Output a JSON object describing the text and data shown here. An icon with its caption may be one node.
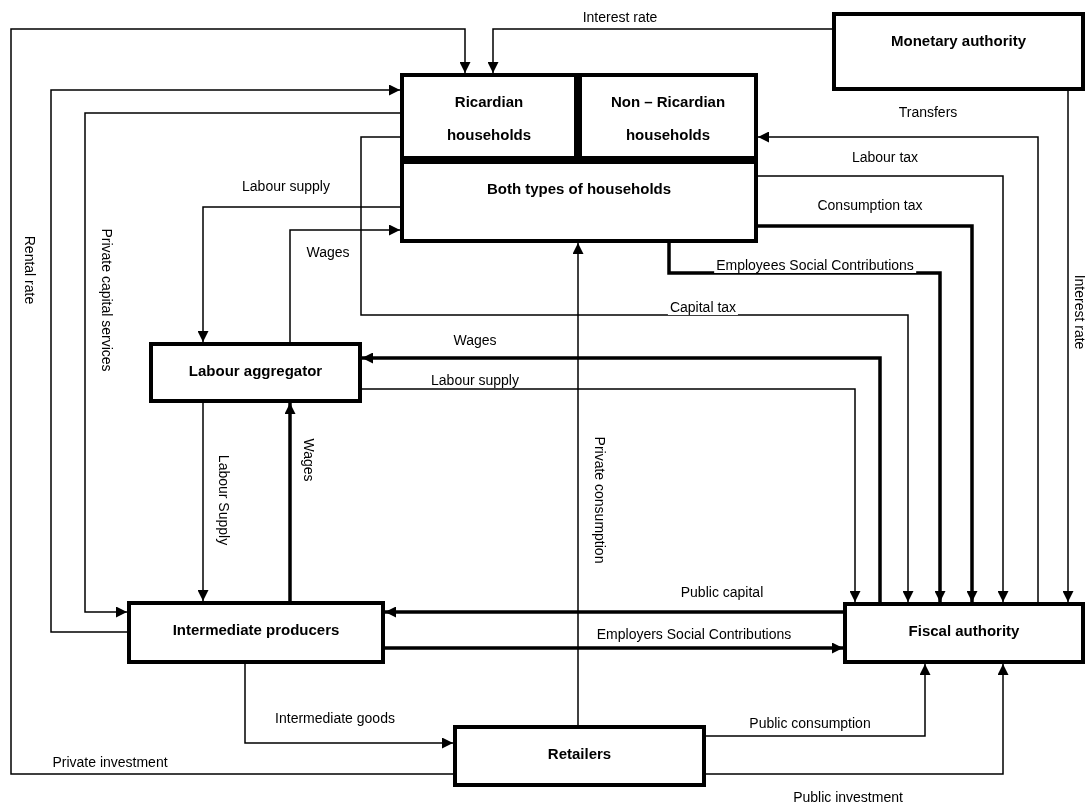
{
  "diagram": {
    "nodes": [
      {
        "text": [
          "Ricardian households"
        ]
      },
      {
        "text": [
          "Non – Ricardian households"
        ]
      },
      {
        "text": [
          "Both types of households"
        ]
      },
      {
        "text": [
          "Monetary authority"
        ]
      },
      {
        "text": [
          "Labour aggregator"
        ]
      },
      {
        "text": [
          "Intermediate producers"
        ]
      },
      {
        "text": [
          "Fiscal authority"
        ]
      },
      {
        "text": [
          "Retailers"
        ]
      }
    ],
    "edges": [
      {
        "from": 7,
        "to": 0,
        "arrow": "to",
        "label": "Private investment"
      },
      {
        "from": 5,
        "to": 0,
        "arrow": "to",
        "label": "Rental rate"
      },
      {
        "from": 0,
        "to": 5,
        "arrow": "to",
        "label": "Private capital services"
      },
      {
        "from": 3,
        "to": 0,
        "arrow": "to",
        "label": "Interest rate"
      },
      {
        "from": 0,
        "to": 6,
        "arrow": "to",
        "label": "Capital tax"
      },
      {
        "from": 2,
        "to": 4,
        "arrow": "to",
        "label": "Labour supply"
      },
      {
        "from": 4,
        "to": 2,
        "arrow": "to",
        "label": "Wages"
      },
      {
        "from": 6,
        "to": 4,
        "arrow": "to",
        "label": "Wages",
        "style": "thick"
      },
      {
        "from": 4,
        "to": 6,
        "arrow": "to",
        "label": "Labour supply"
      },
      {
        "from": 4,
        "to": 5,
        "arrow": "to",
        "label": "Labour Supply"
      },
      {
        "from": 5,
        "to": 4,
        "arrow": "to",
        "label": "Wages",
        "style": "thick"
      },
      {
        "from": 7,
        "to": 2,
        "arrow": "to",
        "label": "Private consumption"
      },
      {
        "from": 6,
        "to": 5,
        "arrow": "to",
        "label": "Public capital",
        "style": "thick"
      },
      {
        "from": 5,
        "to": 6,
        "arrow": "to",
        "label": "Employers Social Contributions",
        "style": "thick"
      },
      {
        "from": 5,
        "to": 7,
        "arrow": "to",
        "label": "Intermediate goods"
      },
      {
        "from": 7,
        "to": 6,
        "arrow": "to",
        "label": "Public consumption"
      },
      {
        "from": 7,
        "to": 6,
        "arrow": "to",
        "label": "Public investment"
      },
      {
        "from": 6,
        "to": 1,
        "arrow": "to",
        "label": "Transfers"
      },
      {
        "from": 2,
        "to": 6,
        "arrow": "to",
        "label": "Labour tax"
      },
      {
        "from": 2,
        "to": 6,
        "arrow": "to",
        "label": "Consumption tax",
        "style": "thick"
      },
      {
        "from": 2,
        "to": 6,
        "arrow": "to",
        "label": "Employees Social Contributions",
        "style": "thick"
      },
      {
        "from": 3,
        "to": 6,
        "arrow": "to",
        "label": "Interest rate"
      }
    ]
  }
}
